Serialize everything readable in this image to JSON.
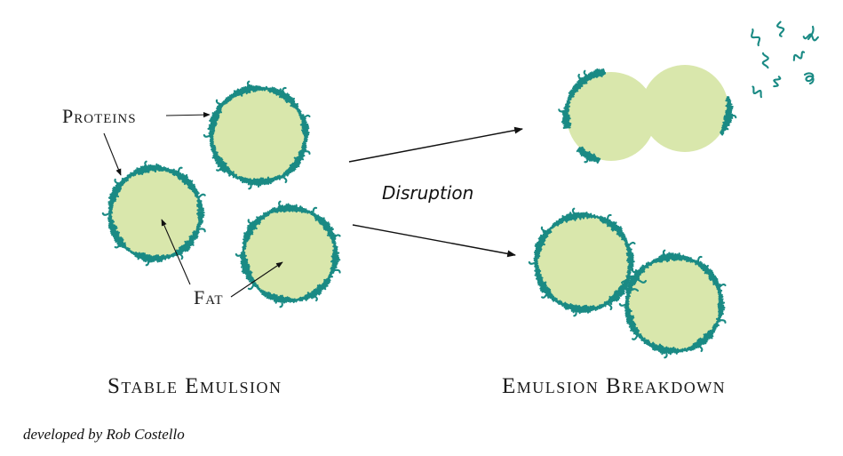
{
  "labels": {
    "proteins": "Proteins",
    "fat": "Fat",
    "disruption": "Disruption",
    "stable_title": "Stable Emulsion",
    "breakdown_title": "Emulsion Breakdown",
    "credit": "developed by Rob Costello"
  },
  "colors": {
    "fat_fill": "#d9e7ac",
    "protein_stroke": "#1a8a84",
    "arrow": "#111111"
  },
  "droplets": {
    "stable": [
      {
        "name": "stable-droplet-top",
        "coverage": "full"
      },
      {
        "name": "stable-droplet-left",
        "coverage": "full"
      },
      {
        "name": "stable-droplet-bottom",
        "coverage": "full"
      }
    ],
    "breakdown_coalesced": [
      {
        "name": "coalesced-droplet-left",
        "coverage": "partial"
      },
      {
        "name": "coalesced-droplet-right",
        "coverage": "partial"
      }
    ],
    "breakdown_flocculated": [
      {
        "name": "flocculated-droplet-left",
        "coverage": "full"
      },
      {
        "name": "flocculated-droplet-right",
        "coverage": "full"
      }
    ]
  }
}
